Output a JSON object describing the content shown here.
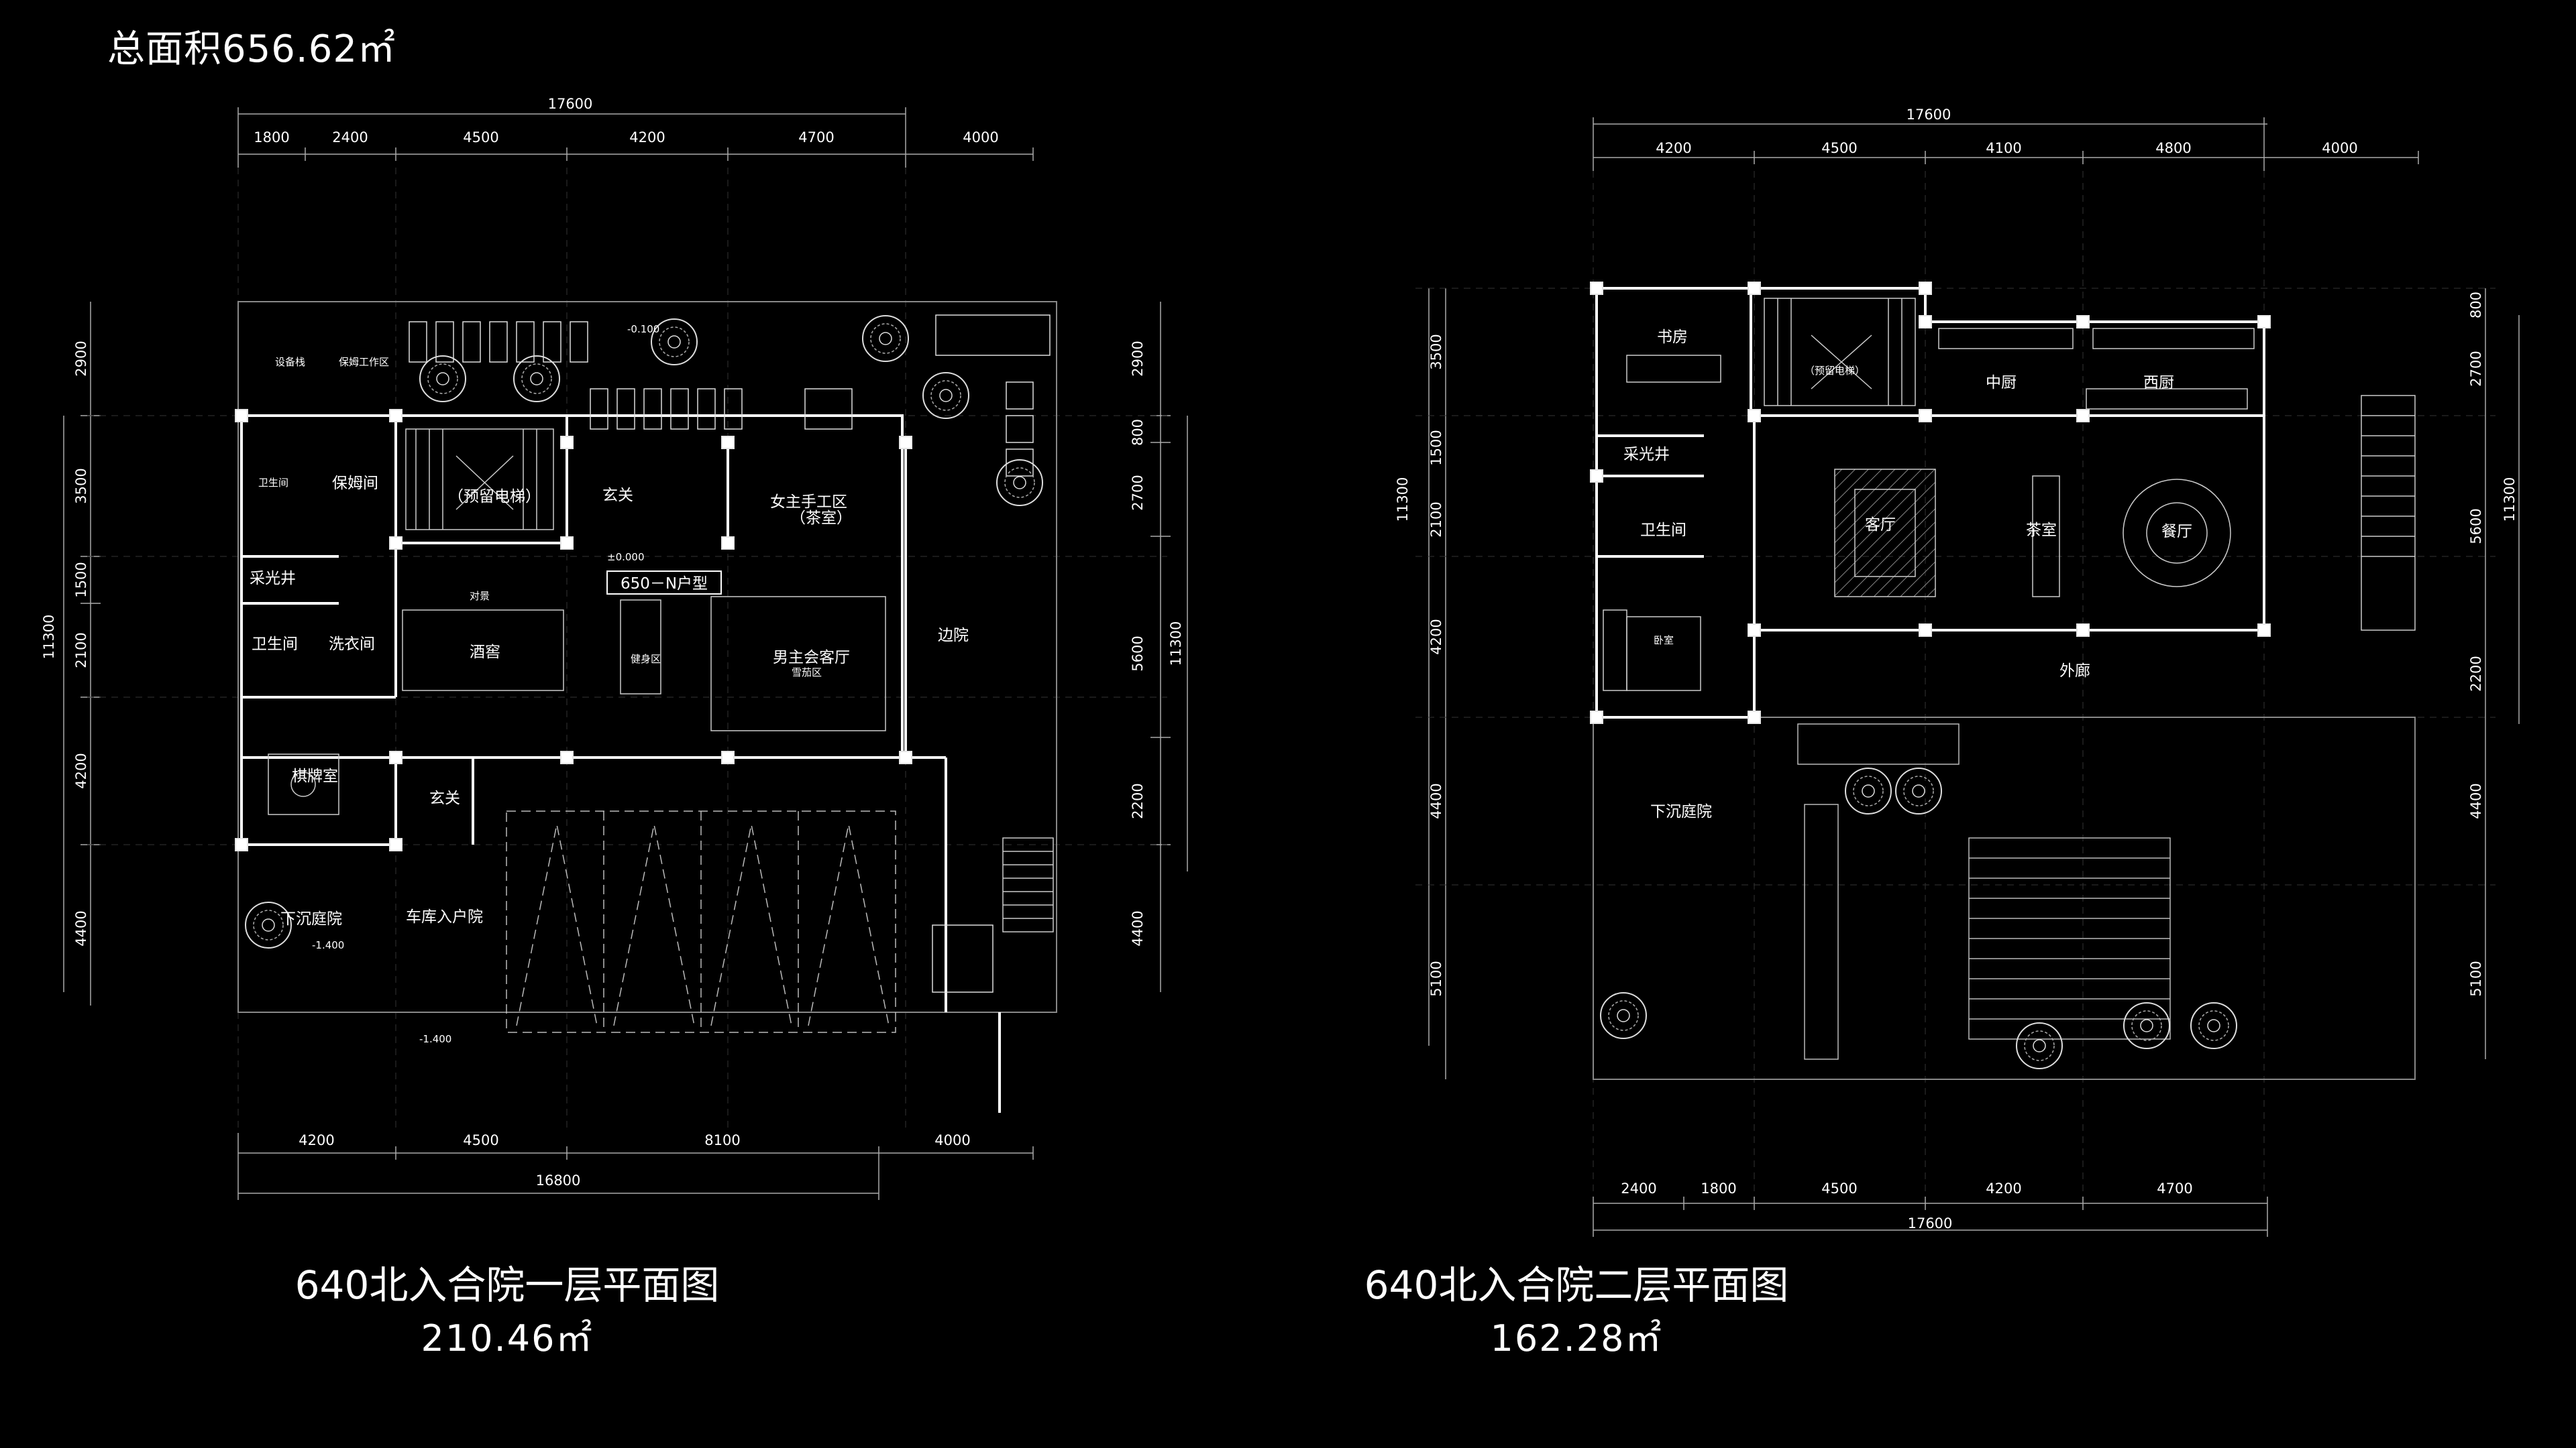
{
  "total_area": "总面积656.62㎡",
  "plan1": {
    "title": "640北入合院一层平面图",
    "area": "210.46㎡",
    "dims_top_total": "17600",
    "dims_top": [
      "1800",
      "2400",
      "4500",
      "4200",
      "4700",
      "4000"
    ],
    "dims_bottom": [
      "4200",
      "4500",
      "8100",
      "4000"
    ],
    "dims_bottom_total": "16800",
    "dims_left": [
      "2900",
      "3500",
      "1500",
      "2100",
      "4200",
      "4400"
    ],
    "dims_left_total": "11300",
    "dims_right": [
      "2900",
      "800",
      "2700",
      "5600",
      "2200",
      "4400"
    ],
    "dims_right_total": "11300",
    "unit_label": "650－N户型",
    "elevations": [
      "-0.100",
      "±0.000",
      "-1.400",
      "-1.400"
    ],
    "rooms": {
      "equipment": "设备栈",
      "nanny_work": "保姆工作区",
      "wc_top": "卫生间",
      "nanny_room": "保姆间",
      "elevator": "（预留电梯）",
      "foyer_top": "玄关",
      "craft_1": "女主手工区",
      "craft_2": "（茶室）",
      "lightwell": "采光井",
      "pair": "对景",
      "gym": "健身区",
      "wc_mid": "卫生间",
      "laundry": "洗衣间",
      "wine": "酒窖",
      "lounge": "男主会客厅",
      "cigar": "雪茄区",
      "side_yard": "边院",
      "card_room": "棋牌室",
      "foyer_bottom": "玄关",
      "sunken": "下沉庭院",
      "garage_entry": "车库入户院"
    }
  },
  "plan2": {
    "title": "640北入合院二层平面图",
    "area": "162.28㎡",
    "dims_top_total": "17600",
    "dims_top": [
      "4200",
      "4500",
      "4100",
      "4800",
      "4000"
    ],
    "dims_bottom": [
      "2400",
      "1800",
      "4500",
      "4200",
      "4700"
    ],
    "dims_bottom_total": "17600",
    "dims_left": [
      "3500",
      "1500",
      "2100",
      "4200",
      "4400",
      "5100"
    ],
    "dims_left_total": "11300",
    "dims_right": [
      "800",
      "2700",
      "5600",
      "2200",
      "4400",
      "5100"
    ],
    "dims_right_total": "11300",
    "rooms": {
      "study": "书房",
      "elevator": "（预留电梯）",
      "middle_kitchen": "中厨",
      "western_kitchen": "西厨",
      "lightwell": "采光井",
      "living": "客厅",
      "tea": "茶室",
      "dining": "餐厅",
      "wc": "卫生间",
      "bedroom": "卧室",
      "corridor": "外廊",
      "sunken": "下沉庭院"
    }
  }
}
